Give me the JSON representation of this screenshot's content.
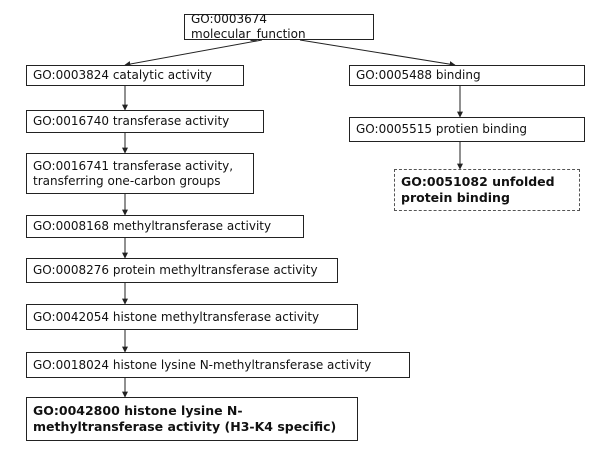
{
  "diagram": {
    "nodes": {
      "mf": {
        "label": "GO:0003674 molecular_function"
      },
      "ca": {
        "label": "GO:0003824 catalytic activity"
      },
      "bind": {
        "label": "GO:0005488 binding"
      },
      "ta": {
        "label": "GO:0016740 transferase activity"
      },
      "pb": {
        "label": "GO:0005515 protien binding"
      },
      "tc": {
        "label": "GO:0016741 transferase activity, transferring one-carbon groups"
      },
      "upb": {
        "label": "GO:0051082 unfolded protein binding"
      },
      "mt": {
        "label": "GO:0008168 methyltransferase activity"
      },
      "pmt": {
        "label": "GO:0008276 protein methyltransferase activity"
      },
      "hmt": {
        "label": "GO:0042054 histone methyltransferase activity"
      },
      "hlmt": {
        "label": "GO:0018024 histone lysine N-methyltransferase activity"
      },
      "h3k4": {
        "label": "GO:0042800 histone lysine N-methyltransferase activity (H3-K4 specific)"
      }
    }
  }
}
